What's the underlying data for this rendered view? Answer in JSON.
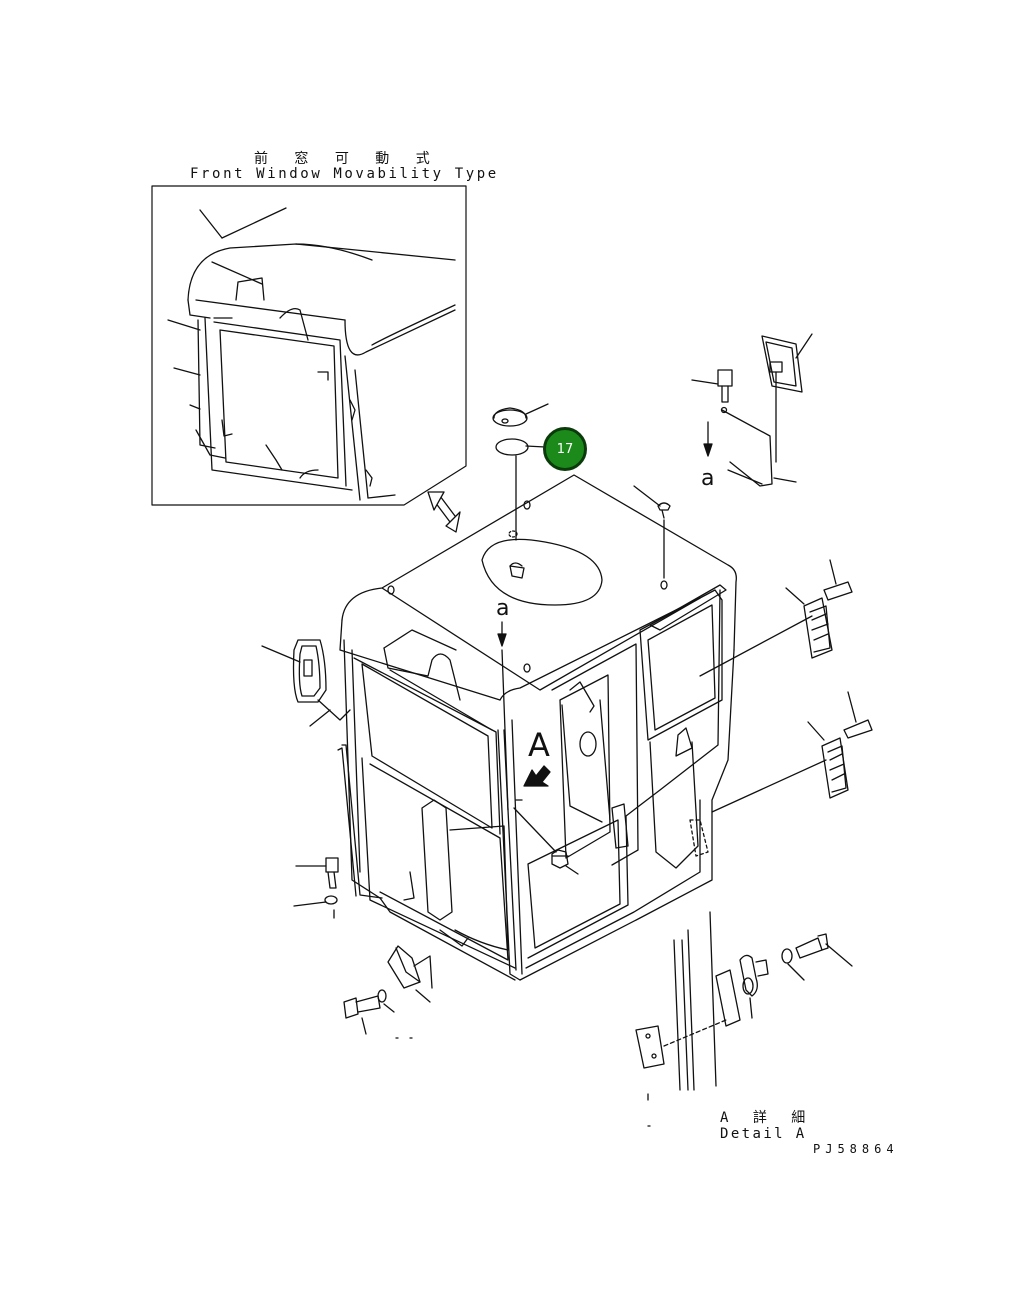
{
  "inset": {
    "title_jp": "前 窓 可 動 式",
    "title_en": "Front Window Movability Type"
  },
  "detail": {
    "title_jp": "A 詳 細",
    "title_en": "Detail A"
  },
  "drawing_number": "PJ58864",
  "view_marks": {
    "view_label": "A",
    "ref_a_main": "a",
    "ref_a_rod": "a"
  },
  "callouts": [
    {
      "number": "17",
      "color": "#1b8a1b"
    }
  ]
}
